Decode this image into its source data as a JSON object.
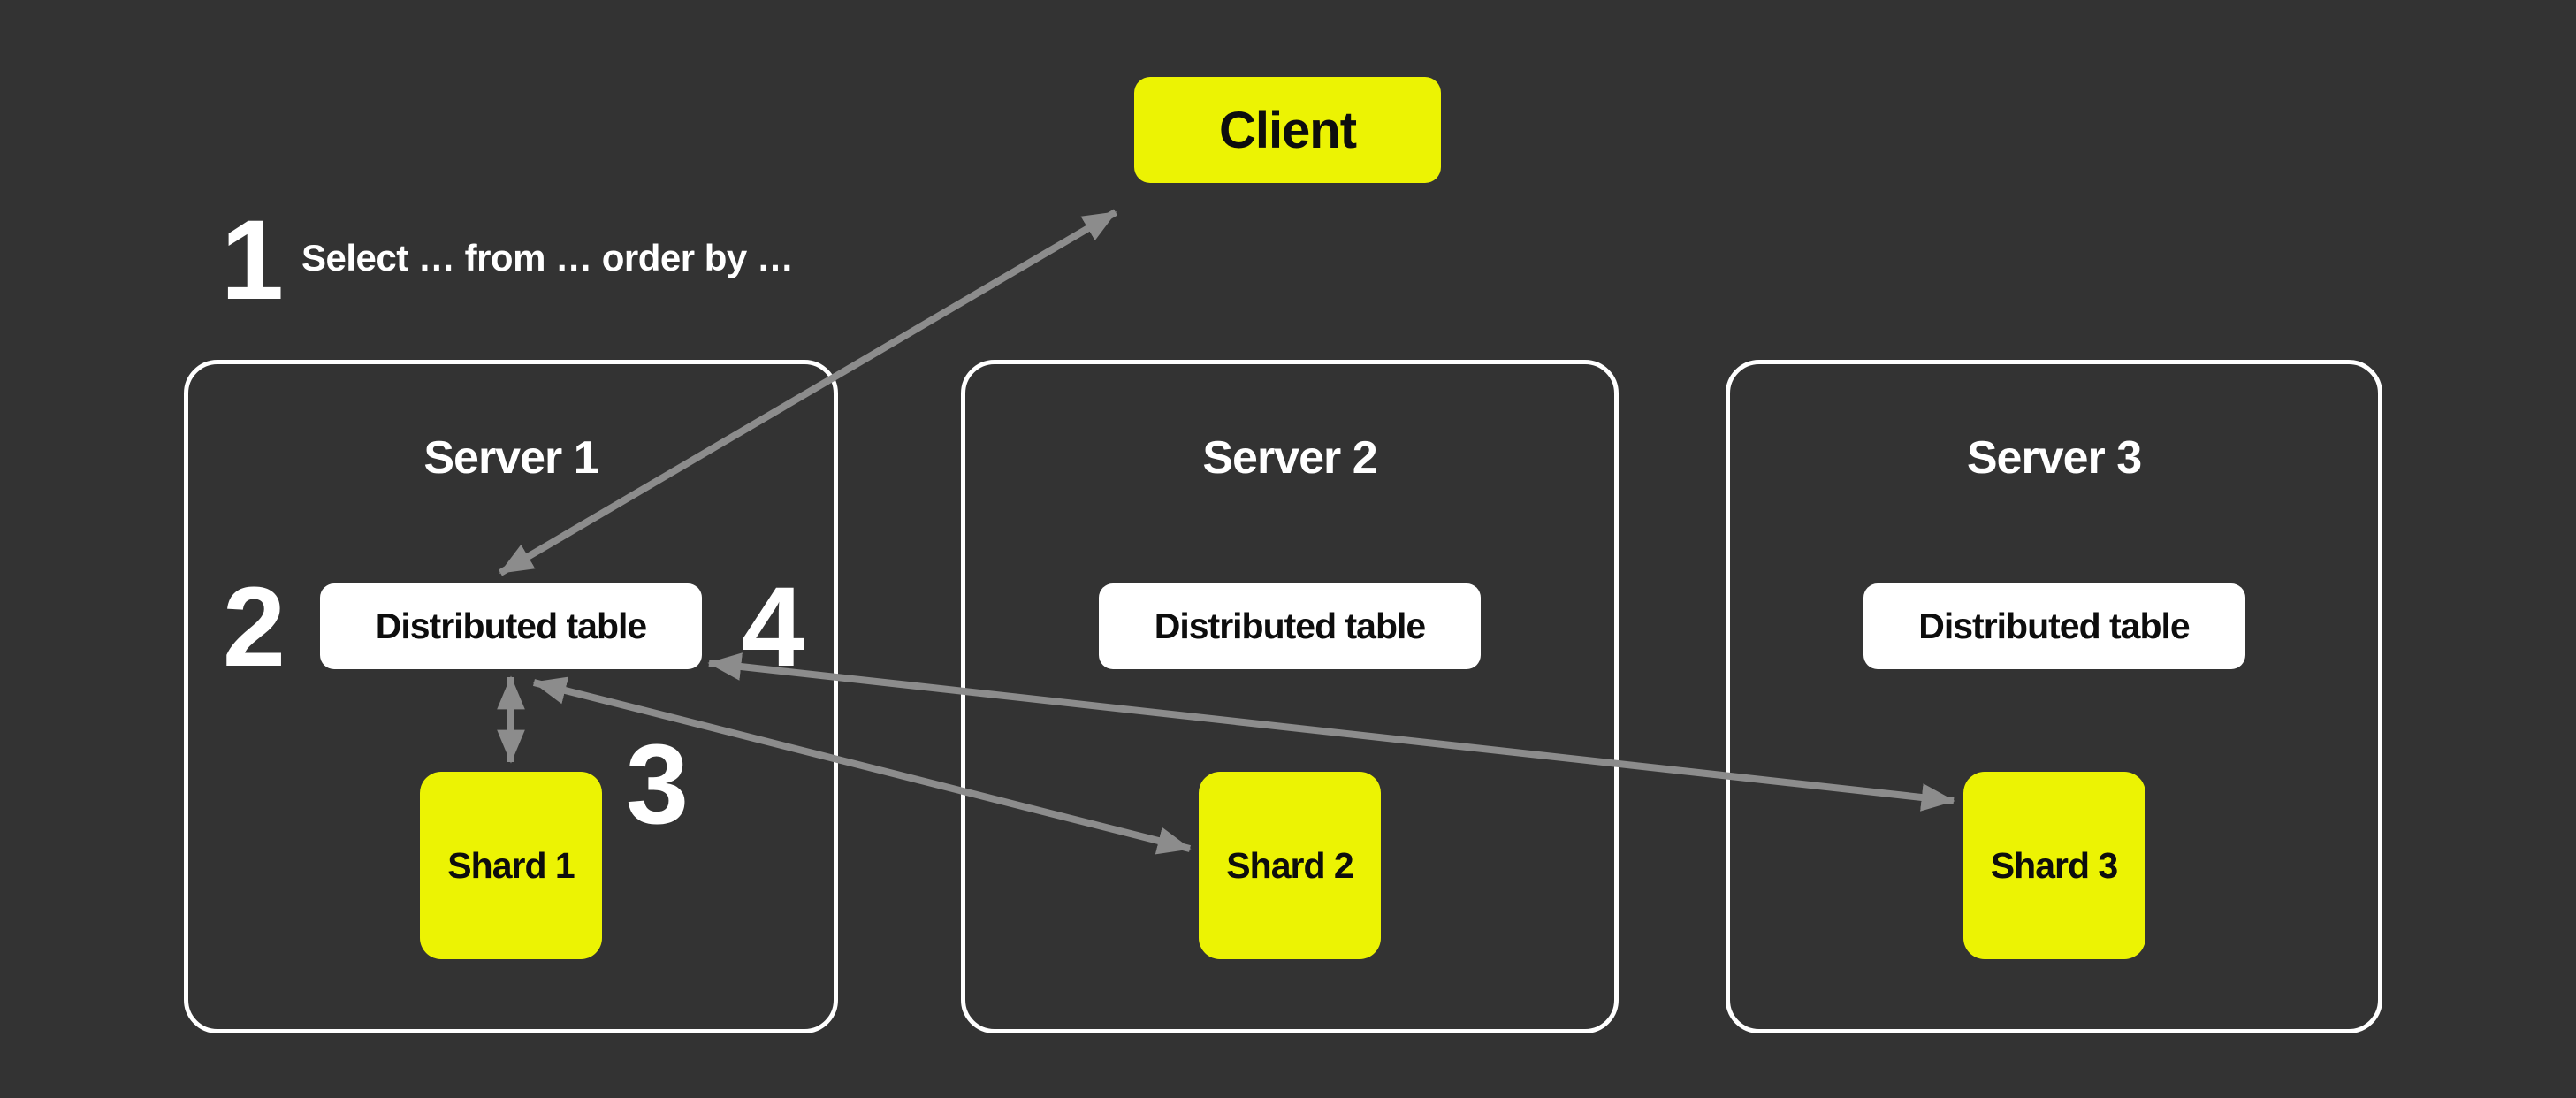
{
  "colors": {
    "background": "#333333",
    "accent_yellow": "#ECF303",
    "box_white": "#FFFFFF",
    "arrow_gray": "#8C8C8C",
    "text_dark": "#0D0D0D",
    "text_light": "#FFFFFF"
  },
  "client": {
    "label": "Client"
  },
  "annotations": {
    "step1_number": "1",
    "step1_text": "Select … from … order by …",
    "step2_number": "2",
    "step3_number": "3",
    "step4_number": "4"
  },
  "servers": [
    {
      "title": "Server 1",
      "table_label": "Distributed table",
      "shard_label": "Shard 1"
    },
    {
      "title": "Server 2",
      "table_label": "Distributed table",
      "shard_label": "Shard 2"
    },
    {
      "title": "Server 3",
      "table_label": "Distributed table",
      "shard_label": "Shard 3"
    }
  ]
}
